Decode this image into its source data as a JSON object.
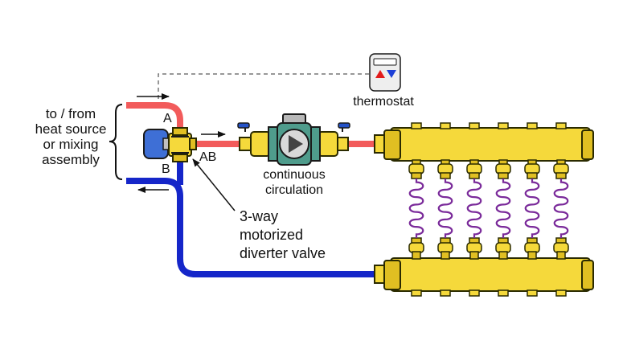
{
  "labels": {
    "source_line1": "to / from",
    "source_line2": "heat source",
    "source_line3": "or mixing",
    "source_line4": "assembly",
    "port_a": "A",
    "port_b": "B",
    "port_ab": "AB",
    "thermostat": "thermostat",
    "pump_line1": "continuous",
    "pump_line2": "circulation",
    "valve_line1": "3-way",
    "valve_line2": "motorized",
    "valve_line3": "diverter valve"
  },
  "colors": {
    "supply": "#f25b5b",
    "return": "#1526c9",
    "brass": "#f5d93b",
    "pump_body": "#4f9c8c",
    "loop_tubing": "#7a2a9a",
    "actuator": "#3e6fd6",
    "control_wire": "#777777"
  },
  "icons": {
    "thermostat_up": "red-up-triangle-icon",
    "thermostat_down": "blue-down-triangle-icon",
    "pump": "play-triangle-pump-icon"
  },
  "loop_count": 6
}
